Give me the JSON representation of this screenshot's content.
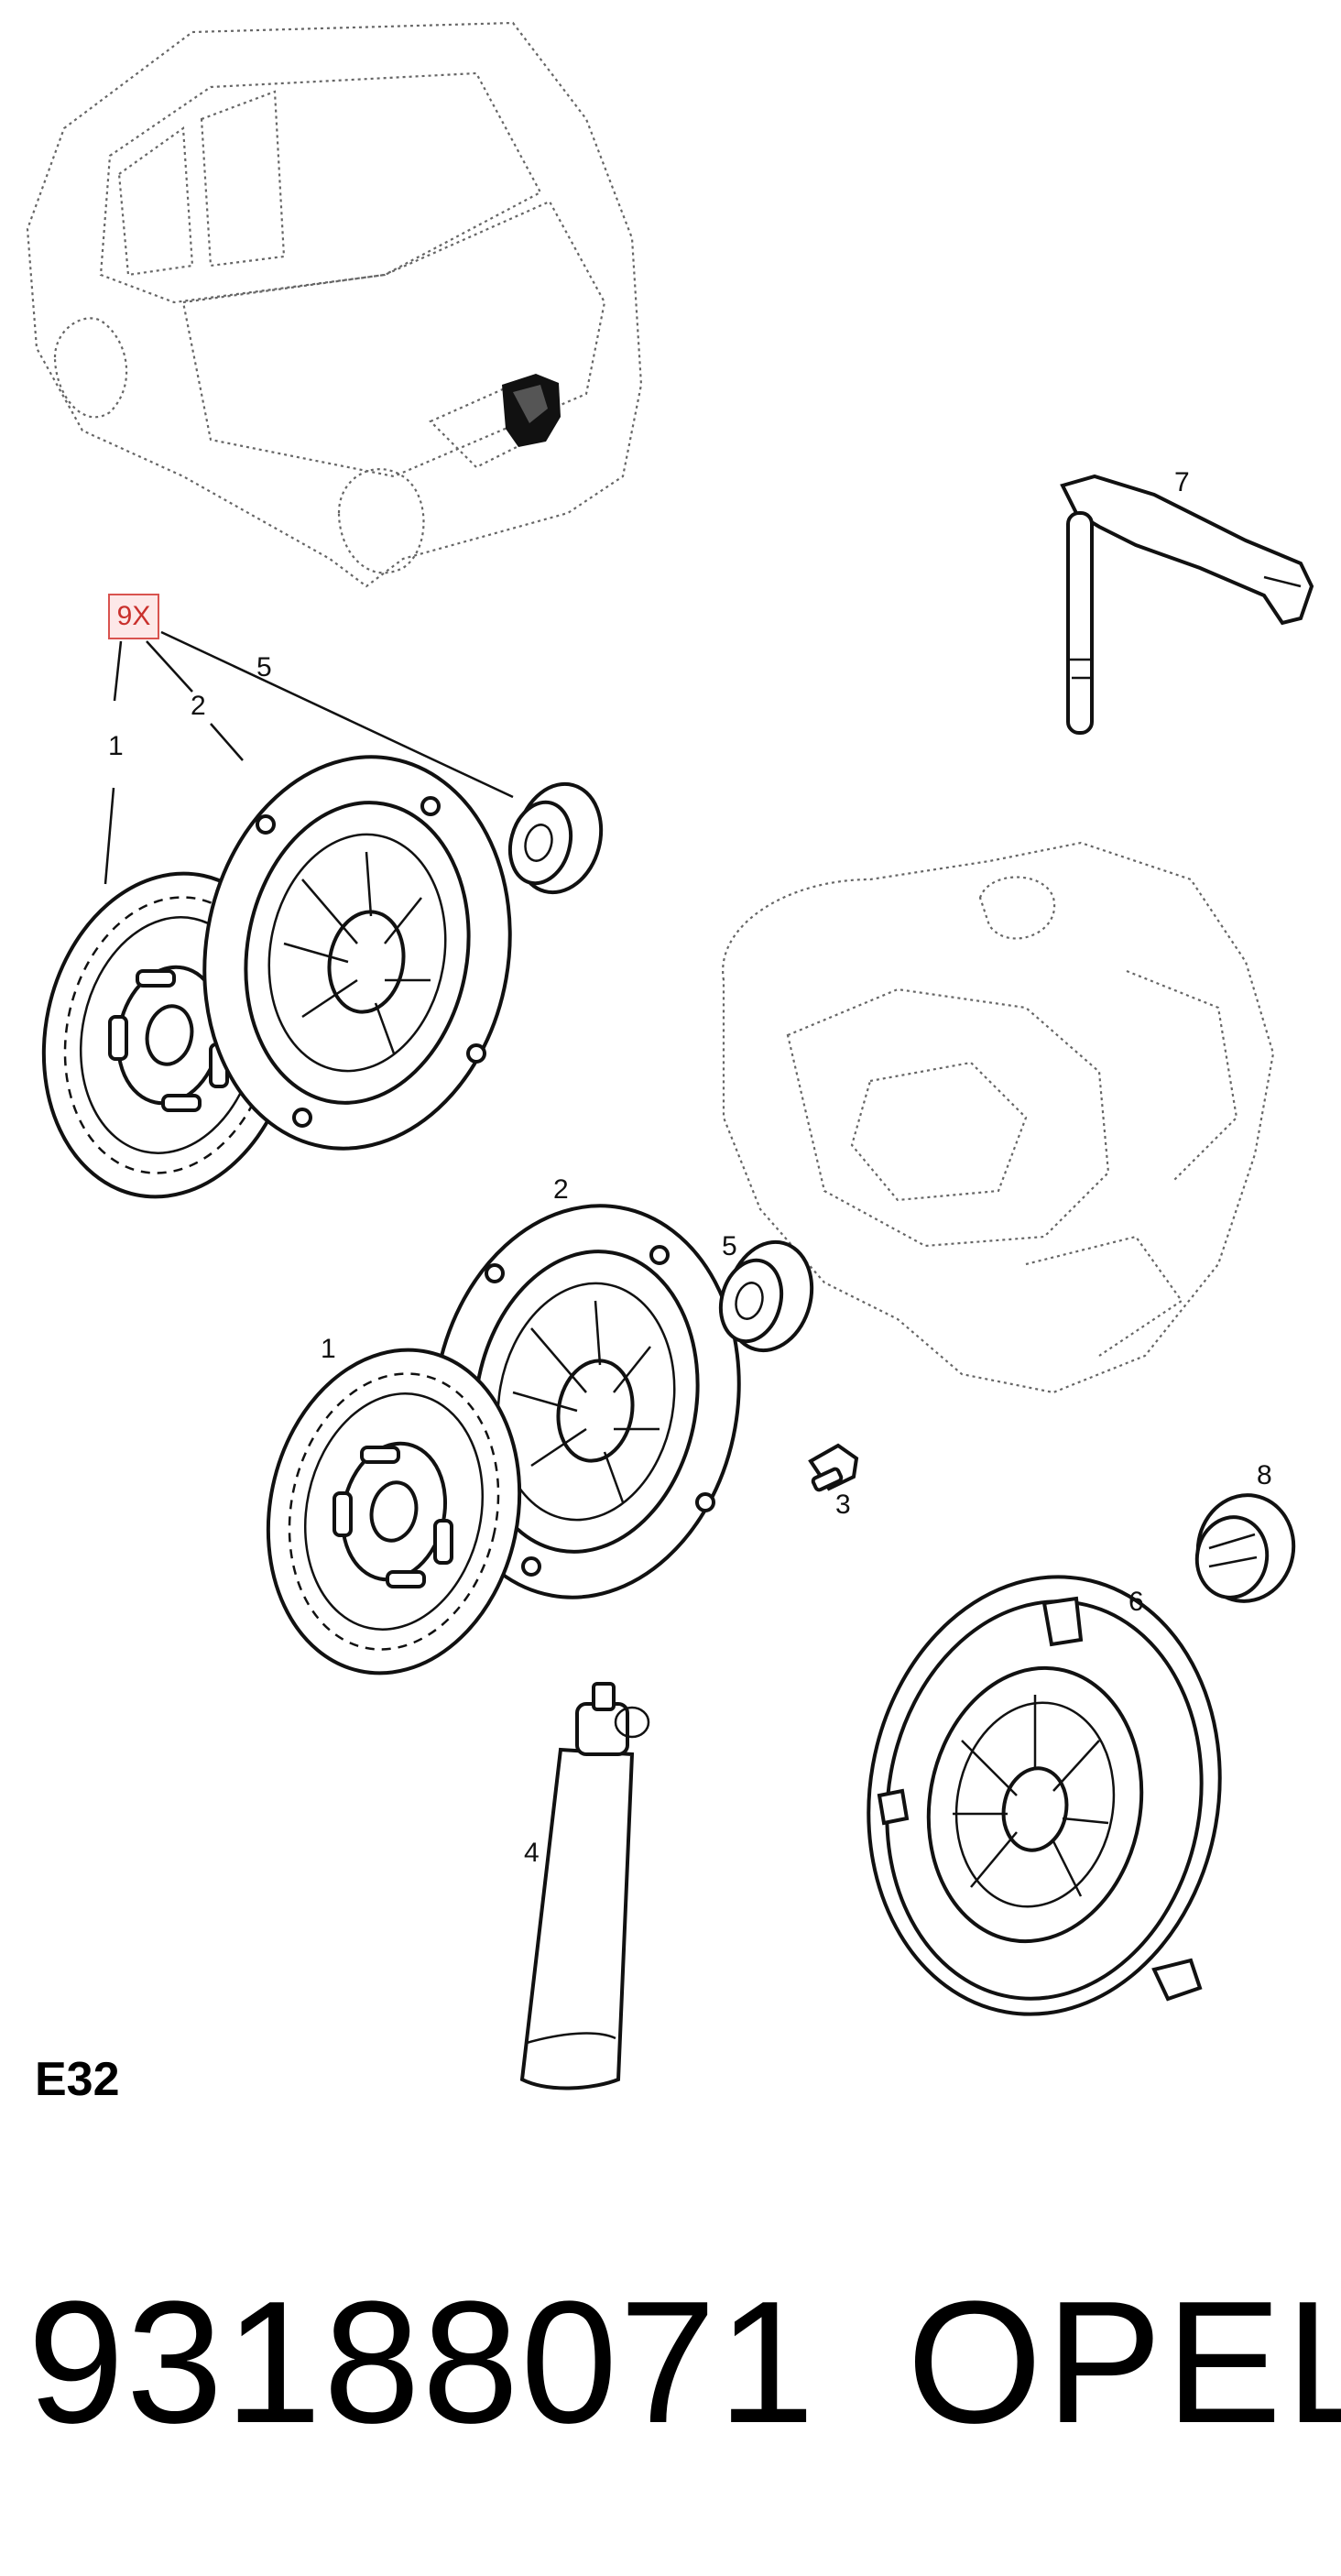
{
  "diagram": {
    "kit_label": "9X",
    "callouts": {
      "c1_upper": "1",
      "c2_upper": "2",
      "c5_upper": "5",
      "c7": "7",
      "c2_lower": "2",
      "c5_lower": "5",
      "c1_lower": "1",
      "c3": "3",
      "c8": "8",
      "c6": "6",
      "c4": "4"
    },
    "section_code": "E32",
    "part_number": "93188071",
    "brand": "OPEL"
  }
}
